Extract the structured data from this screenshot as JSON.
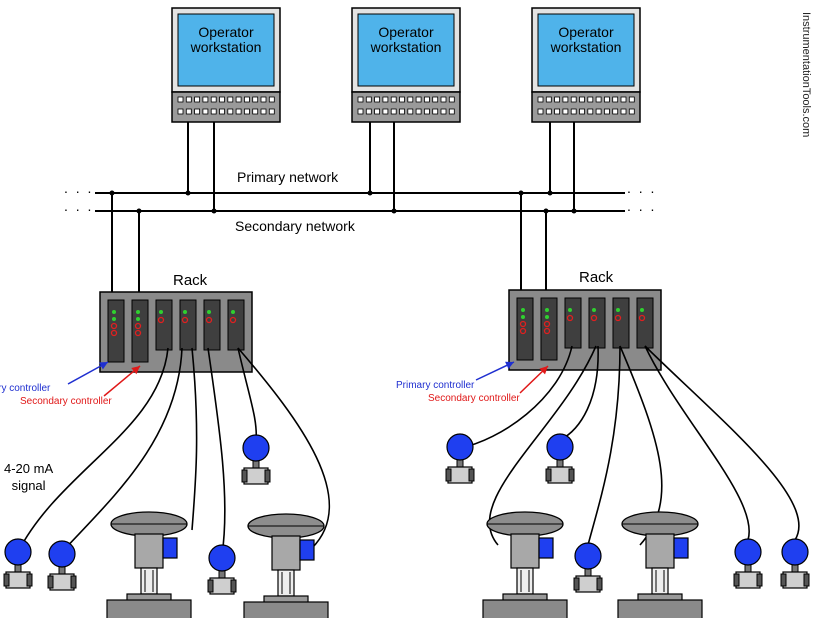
{
  "workstations": [
    {
      "label_line1": "Operator",
      "label_line2": "workstation"
    },
    {
      "label_line1": "Operator",
      "label_line2": "workstation"
    },
    {
      "label_line1": "Operator",
      "label_line2": "workstation"
    }
  ],
  "networks": {
    "primary": "Primary network",
    "secondary": "Secondary network",
    "continuation": ". . ."
  },
  "racks": [
    {
      "title": "Rack",
      "primary_controller": "Primary controller",
      "secondary_controller": "Secondary controller"
    },
    {
      "title": "Rack",
      "primary_controller": "Primary controller",
      "secondary_controller": "Secondary controller"
    }
  ],
  "signal": {
    "line1": "4-20 mA",
    "line2": "signal"
  },
  "watermark": "InstrumentationTools.com",
  "colors": {
    "screen": "#4fb3ea",
    "monitor": "#e3e3e3",
    "keyboard": "#9a9a9a",
    "rack": "#8a8a8a",
    "card": "#3f3f3f",
    "led_green": "#2fd02f",
    "led_red": "#e02020",
    "transmitter": "#1f3ff0",
    "primary_arrow": "#1f2fd0",
    "secondary_arrow": "#e01818"
  }
}
